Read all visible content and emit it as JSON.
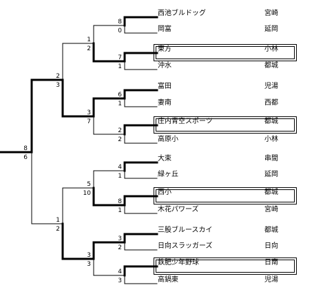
{
  "teams": [
    {
      "name": "西池ブルドッグ",
      "area": "宮崎",
      "winner": false
    },
    {
      "name": "岡富",
      "area": "延岡",
      "winner": false
    },
    {
      "name": "東方",
      "area": "小林",
      "winner": true
    },
    {
      "name": "沖水",
      "area": "都城",
      "winner": false
    },
    {
      "name": "富田",
      "area": "児湯",
      "winner": false
    },
    {
      "name": "妻南",
      "area": "西都",
      "winner": false
    },
    {
      "name": "庄内青空スポーツ",
      "area": "都城",
      "winner": true
    },
    {
      "name": "高原小",
      "area": "小林",
      "winner": false
    },
    {
      "name": "大束",
      "area": "串間",
      "winner": false
    },
    {
      "name": "緑ヶ丘",
      "area": "延岡",
      "winner": false
    },
    {
      "name": "西小",
      "area": "都城",
      "winner": true
    },
    {
      "name": "木花パワーズ",
      "area": "宮崎",
      "winner": false
    },
    {
      "name": "三股ブルースカイ",
      "area": "都城",
      "winner": false
    },
    {
      "name": "日向スラッガーズ",
      "area": "日向",
      "winner": false
    },
    {
      "name": "鉄肥少年野球",
      "area": "日南",
      "winner": true
    },
    {
      "name": "高鍋東",
      "area": "児湯",
      "winner": false
    }
  ],
  "round1": [
    {
      "top": "8",
      "bottom": "0"
    },
    {
      "top": "7",
      "bottom": "1"
    },
    {
      "top": "6",
      "bottom": "1"
    },
    {
      "top": "2",
      "bottom": "2"
    },
    {
      "top": "4",
      "bottom": "1"
    },
    {
      "top": "8",
      "bottom": "1"
    },
    {
      "top": "3",
      "bottom": "2"
    },
    {
      "top": "4",
      "bottom": "3"
    }
  ],
  "round2": [
    {
      "top": "1",
      "bottom": "2"
    },
    {
      "top": "3",
      "bottom": "7"
    },
    {
      "top": "5",
      "bottom": "10"
    },
    {
      "top": "3",
      "bottom": "3"
    }
  ],
  "round3": [
    {
      "top": "2",
      "bottom": "3"
    },
    {
      "top": "1",
      "bottom": "2"
    }
  ],
  "final": {
    "top": "8",
    "bottom": "6"
  }
}
